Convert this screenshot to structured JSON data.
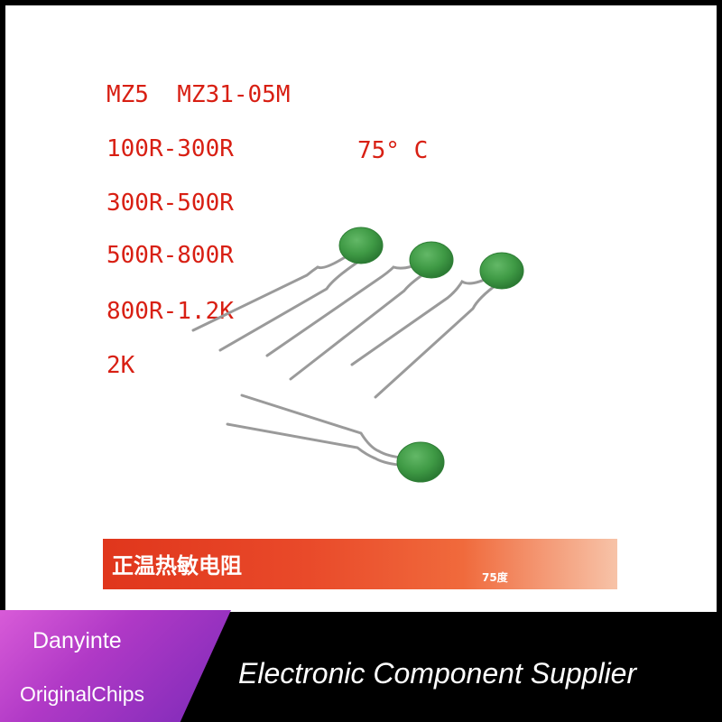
{
  "product": {
    "models": "MZ5  MZ31-05M",
    "ranges": [
      "100R-300R",
      "300R-500R",
      "500R-800R",
      "800R-1.2K",
      "2K"
    ],
    "temperature": "75° C"
  },
  "banner": {
    "title": "正温热敏电阻",
    "subtitle": "75度"
  },
  "brand": {
    "name": "Danyinte",
    "line2": "OriginalChips",
    "tagline": "Electronic Component Supplier"
  },
  "colors": {
    "spec_text": "#d81f13",
    "thermistor_body": "#3f9a45",
    "banner": "#e0361c",
    "brand_bg": "#b039c6"
  }
}
